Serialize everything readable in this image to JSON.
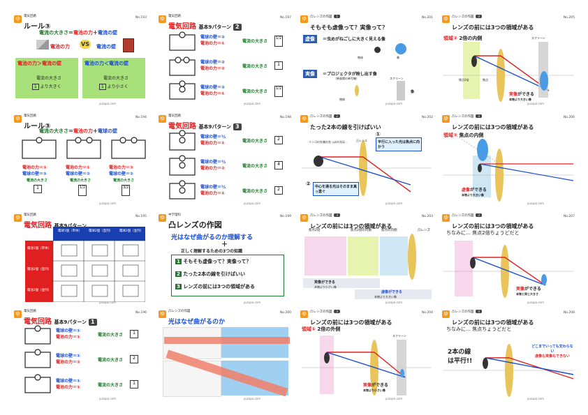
{
  "site": "yuzupo.com",
  "colors": {
    "accent": "#f39a1e",
    "red": "#e02020",
    "blue": "#1a4fd0",
    "green": "#1d7a2a",
    "lens": "#e8c45a"
  },
  "c1": {
    "small": "電気回路",
    "title": "ルール③",
    "no": "No.193",
    "formula": [
      "電流の大きさ",
      "＝",
      "電池の力",
      "＋",
      "電流の壁"
    ],
    "vs": [
      "電池の力",
      "VS",
      "電流の壁"
    ],
    "left": {
      "head": "電池の力＞電流の壁",
      "sub": "電流の大きさ",
      "val": "1",
      "tail": "より大きく"
    },
    "right": {
      "head": "電池の力＜電流の壁",
      "sub": "電流の大きさ",
      "val": "1",
      "tail": "より小さく"
    }
  },
  "c2": {
    "small": "電気回路",
    "title": "電気回路",
    "title2": "基本9パターン",
    "badge": "2",
    "no": "No.197",
    "rows": [
      {
        "a": "電球の壁＝②",
        "b": "電池の力＝①",
        "c": "電流の大きさ",
        "v": "1/2"
      },
      {
        "a": "電球の壁＝②",
        "b": "電池の力＝②",
        "c": "電流の大きさ",
        "v": "1"
      },
      {
        "a": "電球の壁＝②",
        "b": "電池の力＝①",
        "c": "電流の大きさ",
        "v": "1/2"
      }
    ]
  },
  "c3": {
    "small": "凸レンズの作図",
    "badge": "1",
    "no": "No.201",
    "title": "そもそも虚像って？実像って？",
    "a": "虚像",
    "a_def": "＝虫めがねごしに大きく見える像",
    "b": "実像",
    "b_def": "＝プロジェクタが映し出す像",
    "b_sub": "（映画館の映写機）",
    "l1": "物体",
    "l2": "像",
    "l3": "スクリーン",
    "l4": "物体",
    "l5": "像"
  },
  "c4": {
    "small": "凸レンズの作図",
    "badge": "3",
    "no": "No.205",
    "title": "レンズの前には3つの領域がある",
    "region": "領域②",
    "region_desc": "2倍の内側",
    "labels": [
      "焦点2倍",
      "焦点"
    ],
    "screen": "スクリーン",
    "result": "実像",
    "result2": "ができる",
    "result3": "本物より大きい像"
  },
  "c5": {
    "small": "電気回路",
    "title": "ルール③",
    "no": "No.194",
    "formula": [
      "電流の大きさ",
      "＝",
      "電池の力",
      "＋",
      "電球の壁"
    ],
    "cols": [
      {
        "a": "電池の力＝①",
        "b": "電球の壁＝①",
        "c": "電流の大きさ",
        "v": "1"
      },
      {
        "a": "電池の力＝①",
        "b": "電球の壁＝②",
        "c": "電流の大きさ",
        "v": "1/2"
      },
      {
        "a": "電池の力＝③",
        "b": "電球の壁＝②",
        "c": "電流の大きさ",
        "v": "3/2"
      }
    ]
  },
  "c6": {
    "small": "電気回路",
    "title": "電気回路",
    "title2": "基本9パターン",
    "badge": "3",
    "no": "No.198",
    "rows": [
      {
        "a": "電球の壁＝½",
        "b": "電池の力＝①",
        "c": "電流の大きさ",
        "v": "2"
      },
      {
        "a": "電球の壁＝½",
        "b": "電池の力＝②",
        "c": "電流の大きさ",
        "v": "4"
      },
      {
        "a": "電球の壁＝½",
        "b": "電池の力＝①",
        "c": "電流の大きさ",
        "v": "2"
      }
    ]
  },
  "c7": {
    "small": "凸レンズの作図",
    "badge": "2",
    "no": "No.202",
    "title": "たった2本の線を引けばいい",
    "apple": "リンゴの先端の先っぽの光は…",
    "lens": "凸レンズ",
    "n1": "①",
    "n1_text": "平行に入った光は焦点に向かう",
    "n2": "②",
    "n2_text": "中心を通る光はそのまま真っ直ぐ"
  },
  "c8": {
    "small": "凸レンズの作図",
    "badge": "3",
    "no": "No.206",
    "title": "レンズの前には3つの領域がある",
    "region": "領域③",
    "region_desc": "焦点の内側",
    "result": "虚像",
    "result2": "ができる",
    "result3": "本物より大きい像"
  },
  "c9": {
    "small": "電気回路",
    "title": "電気回路",
    "title2": "基本9パターン",
    "no": "No.195",
    "cols": [
      "電球1個（単体）",
      "電球2個（直列）",
      "電球2個（並列）"
    ],
    "rows": [
      "電池1個（単体）",
      "電池2個（直列）",
      "電池2個（並列）"
    ]
  },
  "c10": {
    "small": "中学理科",
    "title": "凸レンズの作図",
    "no": "No.199",
    "q": "光はなぜ曲がるのか理解する",
    "plus": "＋",
    "sub": "正しく理解するための3つの知識",
    "items": [
      {
        "n": "1",
        "t": "そもそも虚像って？実像って？"
      },
      {
        "n": "2",
        "t": "たった2本の線を引けばいい"
      },
      {
        "n": "3",
        "t": "レンズの前には3つの領域がある"
      }
    ]
  },
  "c11": {
    "small": "凸レンズの作図",
    "badge": "3",
    "no": "No.203",
    "title": "レンズの前には3つの領域がある",
    "labels": [
      "焦点2倍",
      "焦点2倍の内側",
      "焦点の内側"
    ],
    "lens": "凸レンズ",
    "b1": "実像ができる",
    "b1s": "本物より小さい像",
    "b2": "虚像ができる",
    "b2s": "本物より大きい像"
  },
  "c12": {
    "small": "凸レンズの作図",
    "badge": "3",
    "no": "No.207",
    "title": "レンズの前には3つの領域がある",
    "sub": "ちなみに… 焦点2倍ちょうどだと",
    "result": "実像",
    "result2": "ができる",
    "result3": "本物と同じ大きさ"
  },
  "c13": {
    "small": "電気回路",
    "title": "電気回路",
    "title2": "基本9パターン",
    "badge": "1",
    "no": "No.196",
    "rows": [
      {
        "a": "電球の壁＝①",
        "b": "電池の力＝①",
        "c": "電流の大きさ",
        "v": "1"
      },
      {
        "a": "電球の壁＝①",
        "b": "電池の力＝②",
        "c": "電流の大きさ",
        "v": "2"
      },
      {
        "a": "電球の壁＝①",
        "b": "電池の力＝①",
        "c": "電流の大きさ",
        "v": "1"
      }
    ]
  },
  "c14": {
    "small": "凸レンズの作図",
    "title": "光はなぜ曲がるのか",
    "no": "No.200"
  },
  "c15": {
    "small": "凸レンズの作図",
    "badge": "3",
    "no": "No.204",
    "title": "レンズの前には3つの領域がある",
    "region": "領域①",
    "region_desc": "2倍の外側",
    "screen": "スクリーン",
    "result": "実像",
    "result2": "ができる",
    "result3": "本物より小さい像"
  },
  "c16": {
    "small": "凸レンズの作図",
    "badge": "3",
    "no": "No.208",
    "title": "レンズの前には3つの領域がある",
    "sub": "ちなみに… 焦点ちょうどだと",
    "note": "2本の線は平行!!",
    "note2": "どこまでいっても交わらない",
    "note3": "虚像も実像もできない"
  }
}
